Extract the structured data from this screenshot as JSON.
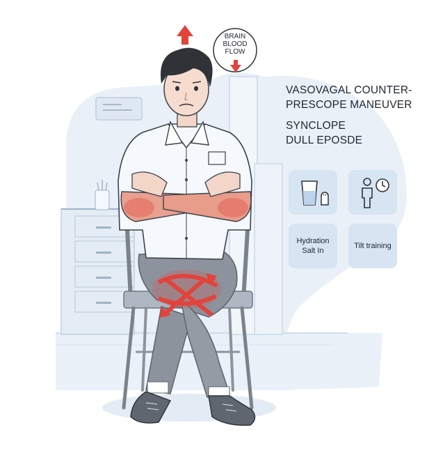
{
  "bubble": {
    "line1": "BRAIN",
    "line2": "BLOOD",
    "line3": "FLOW"
  },
  "headings": {
    "title_line1": "VASOVAGAL COUNTER-",
    "title_line2": "PRESCOPE MANEUVER",
    "subtitle_line1": "SYNCLOPE",
    "subtitle_line2": "DULL EPOSDE"
  },
  "cards": {
    "hydration_line1": "Hydration",
    "hydration_line2": "Salt In",
    "tilt": "Tilt training"
  },
  "icons": {
    "up": "arrow-up-icon",
    "down": "arrow-down-icon",
    "water": "water-glass-icon",
    "salt": "salt-shaker-icon",
    "person": "standing-person-icon",
    "clock": "clock-icon"
  },
  "colors": {
    "accent_red": "#e2433b",
    "panel_blue": "#d7e4f2",
    "backdrop": "#e9f0f8",
    "shirt": "#f5f8fc",
    "pants": "#8d939d",
    "shoes": "#5f6670",
    "ink": "#1f2630"
  }
}
